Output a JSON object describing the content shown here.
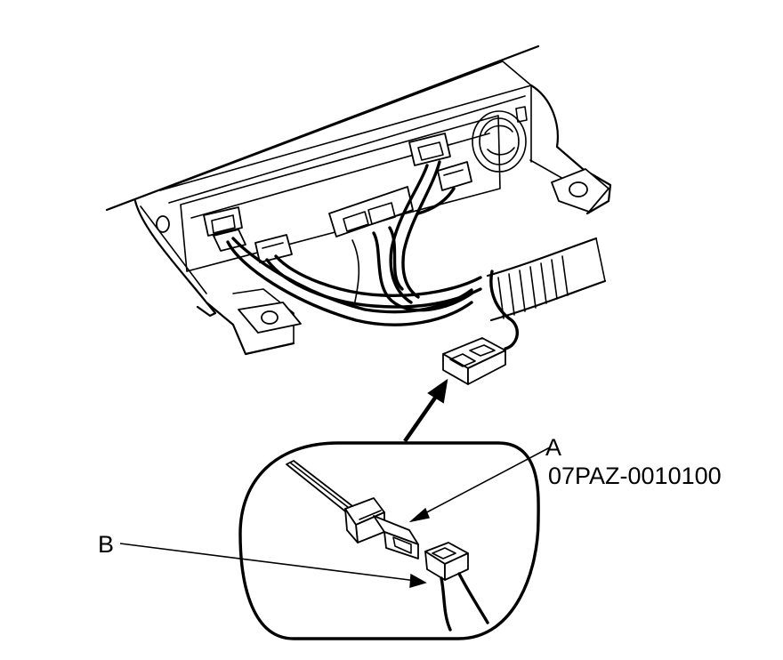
{
  "callouts": {
    "a": {
      "letter": "A",
      "part_number": "07PAZ-0010100"
    },
    "b": {
      "letter": "B"
    }
  },
  "colors": {
    "line": "#000000",
    "background": "#ffffff"
  }
}
